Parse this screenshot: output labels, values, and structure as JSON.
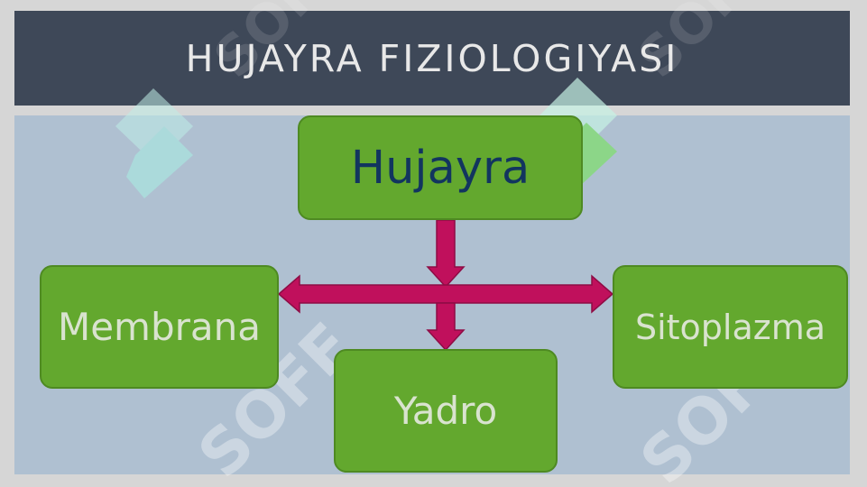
{
  "header": {
    "title": "HUJAYRA FIZIOLOGIYASI"
  },
  "diagram": {
    "root": "Hujayra",
    "children": {
      "left": "Membrana",
      "bottom": "Yadro",
      "right": "Sitoplazma"
    }
  },
  "watermark": {
    "text": "SOFF"
  },
  "colors": {
    "header_bg": "#3e4858",
    "panel_bg": "#afc0d1",
    "node_fill": "#63a82e",
    "arrow": "#c0105c",
    "root_text": "#12355f"
  }
}
